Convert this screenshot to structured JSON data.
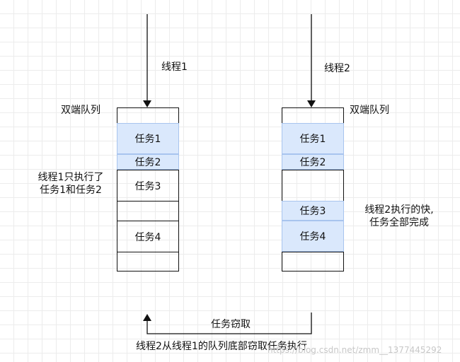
{
  "thread1_label": "线程1",
  "thread2_label": "线程2",
  "deque1_label": "双端队列",
  "deque2_label": "双端队列",
  "deque1_cells": [
    "",
    "任务1",
    "任务2",
    "任务3",
    "",
    "任务4",
    ""
  ],
  "deque2_cells": [
    "",
    "任务1",
    "任务2",
    "",
    "任务3",
    "任务4",
    ""
  ],
  "note_left_line1": "线程1只执行了",
  "note_left_line2": "任务1和任务2",
  "note_right_line1": "线程2执行的快,",
  "note_right_line2": "任务全部完成",
  "steal_label": "任务窃取",
  "steal_caption": "线程2从线程1的队列底部窃取任务执行",
  "watermark": "https://blog.csdn.net/zmm__1377445292",
  "colors": {
    "highlight_fill": "#dae8fc",
    "highlight_stroke": "#a8c4ee",
    "line": "#111111"
  }
}
